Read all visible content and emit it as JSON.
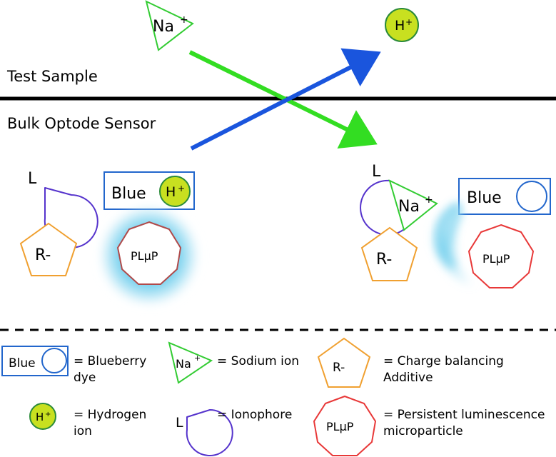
{
  "regions": {
    "test_sample": "Test Sample",
    "bulk_sensor": "Bulk Optode Sensor"
  },
  "glyphs": {
    "na": "Na",
    "plus": "+",
    "h": "H",
    "l": "L",
    "r": "R-",
    "blue": "Blue",
    "plup": "PLμP"
  },
  "legend": {
    "blueberry": [
      "= Blueberry",
      "dye"
    ],
    "sodium": "= Sodium ion",
    "charge": [
      "= Charge balancing",
      "Additive"
    ],
    "hydrogen": [
      "= Hydrogen",
      "ion"
    ],
    "ionophore": "= Ionophore",
    "plup": [
      "= Persistent luminescence",
      "microparticle"
    ]
  },
  "colors": {
    "sodium_triangle": "#33cc33",
    "arrow_green": "#33dd22",
    "arrow_blue": "#1a55dd",
    "hydrogen_fill": "#c8e020",
    "ionophore": "#5533cc",
    "pentagon": "#f0a030",
    "dye_box": "#2266cc",
    "octagon_left": "#b04a4a",
    "octagon_right": "#e83838",
    "glow": "#66ccee"
  }
}
